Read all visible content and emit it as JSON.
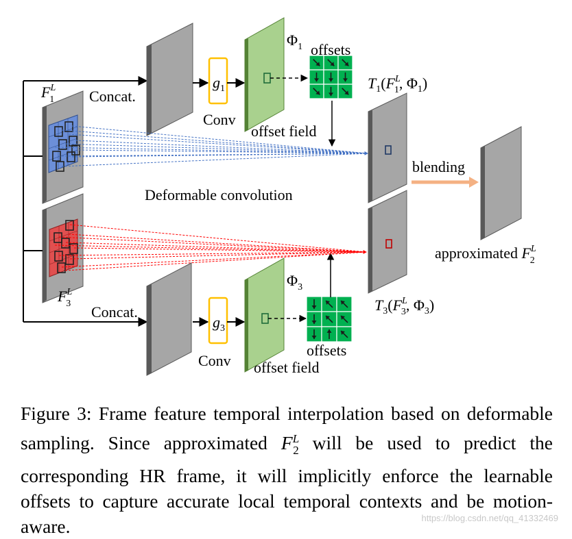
{
  "labels": {
    "concat_top": "Concat.",
    "concat_bottom": "Concat.",
    "conv_top": "Conv",
    "conv_bottom": "Conv",
    "g1": "g",
    "g1_sub": "1",
    "g3": "g",
    "g3_sub": "3",
    "phi1": "Φ",
    "phi1_sub": "1",
    "phi3": "Φ",
    "phi3_sub": "3",
    "offsets_top": "offsets",
    "offsets_bottom": "offsets",
    "offset_field_top": "offset field",
    "offset_field_bottom": "offset field",
    "f1": "F",
    "f1_sup": "L",
    "f1_sub": "1",
    "f3": "F",
    "f3_sup": "L",
    "f3_sub": "3",
    "t1_T": "T",
    "t1_sub": "1",
    "t1_open": "(",
    "t1_F": "F",
    "t1_Fsup": "L",
    "t1_Fsub": "1",
    "t1_rest": ", Φ",
    "t1_phisub": "1",
    "t1_close": ")",
    "t3_T": "T",
    "t3_sub": "3",
    "t3_open": "(",
    "t3_F": "F",
    "t3_Fsup": "L",
    "t3_Fsub": "3",
    "t3_rest": ", Φ",
    "t3_phisub": "3",
    "t3_close": ")",
    "blending": "blending",
    "deformable": "Deformable convolution",
    "approx": "approximated ",
    "approx_F": "F",
    "approx_sup": "L",
    "approx_sub": "2"
  },
  "caption": {
    "part1": "Figure 3: Frame feature temporal interpolation based on deformable sampling. Since approximated ",
    "F": "F",
    "sup": "L",
    "sub": "2",
    "part2": " will be used to predict the corresponding HR frame, it will implicitly enforce the learnable offsets to capture accurate local temporal contexts and be motion-aware."
  },
  "watermark": "https://blog.csdn.net/qq_41332469",
  "colors": {
    "plane_gray": "#a6a6a6",
    "plane_edge": "#595959",
    "offset_field_green": "#a9d18e",
    "offsets_green": "#00b050",
    "conv_box_yellow": "#ffc000",
    "blue_sampling": "#4472c4",
    "red_sampling": "#ff0000",
    "blend_arrow": "#f4b183"
  },
  "offset_arrows_top": [
    "se",
    "se",
    "se",
    "s",
    "s",
    "s",
    "se",
    "s",
    "se"
  ],
  "offset_arrows_bottom": [
    "s",
    "nw",
    "nw",
    "s",
    "nw",
    "nw",
    "s",
    "n",
    "nw"
  ]
}
